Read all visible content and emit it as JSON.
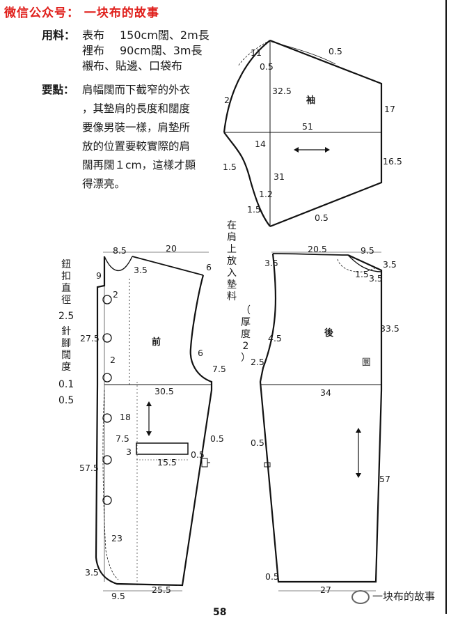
{
  "header": {
    "title": "微信公众号： 一块布的故事"
  },
  "materials": {
    "label": "用料：",
    "rows": [
      {
        "name": "表布",
        "value": "150cm闊、2m長"
      },
      {
        "name": "裡布",
        "value": "90cm闊、3m長"
      },
      {
        "name": "襯布、貼邊、口袋布",
        "value": ""
      }
    ]
  },
  "notes": {
    "label": "要點：",
    "lines": [
      "肩幅闊而下截窄的外衣",
      "，其墊肩的長度和闊度",
      "要像男裝一樣，肩墊所",
      "放的位置要較實際的肩",
      "闊再闊１cm，這樣才顯",
      "得漂亮。"
    ]
  },
  "left_note": {
    "col1": [
      "鈕",
      "扣",
      "直",
      "徑",
      "2.5"
    ],
    "col2": [
      "針",
      "腳",
      "闊",
      "度",
      "0.1",
      "0.5"
    ]
  },
  "center_note": {
    "col1": [
      "在",
      "肩",
      "上",
      "放",
      "入",
      "墊",
      "料"
    ],
    "col2": [
      "（",
      "厚",
      "度",
      "2",
      "）"
    ]
  },
  "sleeve": {
    "name": "袖",
    "labels": {
      "a": "11",
      "b": "0.5",
      "c": "0.5",
      "d": "2",
      "e": "32.5",
      "f": "17",
      "g": "51",
      "h": "14",
      "i": "1.5",
      "j": "16.5",
      "k": "31",
      "l": "1.2",
      "m": "1.5",
      "n": "0.5"
    }
  },
  "front": {
    "name": "前",
    "labels": {
      "a": "8.5",
      "b": "20",
      "c": "3.5",
      "d": "6",
      "e": "9",
      "f": "2",
      "g": "27.5",
      "h": "2",
      "i": "6",
      "j": "7.5",
      "k": "30.5",
      "l": "18",
      "m": "7.5",
      "n": "0.5",
      "o": "3",
      "p": "15.5",
      "q": "0.5",
      "r": "57.5",
      "s": "23",
      "t": "3.5",
      "u": "9.5",
      "v": "25.5"
    }
  },
  "back": {
    "name": "後",
    "stamp": "圜",
    "labels": {
      "a": "20.5",
      "b": "9.5",
      "c": "3.5",
      "d": "3.5",
      "e": "1.5",
      "f": "3.5",
      "g": "33.5",
      "h": "4.5",
      "i": "2.5",
      "j": "34",
      "k": "0.5",
      "l": "57",
      "m": "0.5",
      "n": "27"
    }
  },
  "footer": {
    "page_number": "58",
    "watermark": "一块布的故事"
  }
}
